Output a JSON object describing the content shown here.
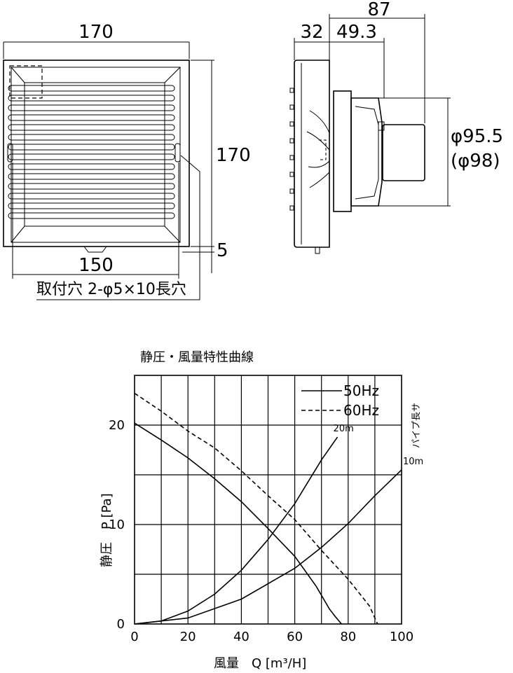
{
  "front_view": {
    "width_label": "170",
    "height_label": "170",
    "gap_label": "5",
    "hole_pitch_label": "150",
    "mounting_note": "取付穴 2-φ5×10長穴"
  },
  "side_view": {
    "depth_total_label": "87",
    "depth_front_label": "32",
    "depth_back_label": "49.3",
    "pipe_diameter_label": "φ95.5",
    "pipe_diameter_alt_label": "(φ98)"
  },
  "chart_data": {
    "type": "line",
    "title": "静圧・風量特性曲線",
    "xlabel": "風量　Q [m³/H]",
    "ylabel": "静圧　P [Pa]",
    "xlim": [
      0,
      100
    ],
    "ylim": [
      0,
      25
    ],
    "x_ticks": [
      "0",
      "20",
      "40",
      "60",
      "80",
      "100"
    ],
    "y_ticks": [
      "0",
      "10",
      "20"
    ],
    "grid": true,
    "legend_position": "top-right",
    "series": [
      {
        "name": "50Hz",
        "style": "solid",
        "points": [
          [
            0,
            20.2
          ],
          [
            10,
            18.5
          ],
          [
            20,
            16.7
          ],
          [
            30,
            14.6
          ],
          [
            40,
            12.3
          ],
          [
            50,
            9.6
          ],
          [
            60,
            6.8
          ],
          [
            68,
            3.8
          ],
          [
            73,
            1.5
          ],
          [
            75,
            0.8
          ],
          [
            77.5,
            0
          ]
        ]
      },
      {
        "name": "60Hz",
        "style": "dashed",
        "points": [
          [
            0,
            23.2
          ],
          [
            10,
            21.4
          ],
          [
            20,
            19.4
          ],
          [
            30,
            17.7
          ],
          [
            40,
            15.4
          ],
          [
            50,
            12.9
          ],
          [
            60,
            10.5
          ],
          [
            70,
            7.4
          ],
          [
            80,
            4.5
          ],
          [
            88,
            1.8
          ],
          [
            91,
            0
          ]
        ]
      }
    ],
    "resistance_curves_label": "パイプ長サ",
    "resistance_curves": [
      {
        "label": "20m",
        "points": [
          [
            0,
            0
          ],
          [
            10,
            0.3
          ],
          [
            20,
            1.3
          ],
          [
            30,
            3.0
          ],
          [
            40,
            5.4
          ],
          [
            50,
            8.5
          ],
          [
            60,
            12.1
          ],
          [
            70,
            16.5
          ],
          [
            76,
            18.8
          ]
        ]
      },
      {
        "label": "10m",
        "points": [
          [
            0,
            0
          ],
          [
            20,
            0.6
          ],
          [
            40,
            2.5
          ],
          [
            60,
            5.6
          ],
          [
            70,
            7.7
          ],
          [
            80,
            10.1
          ],
          [
            90,
            12.9
          ],
          [
            100,
            15.5
          ]
        ]
      }
    ]
  }
}
